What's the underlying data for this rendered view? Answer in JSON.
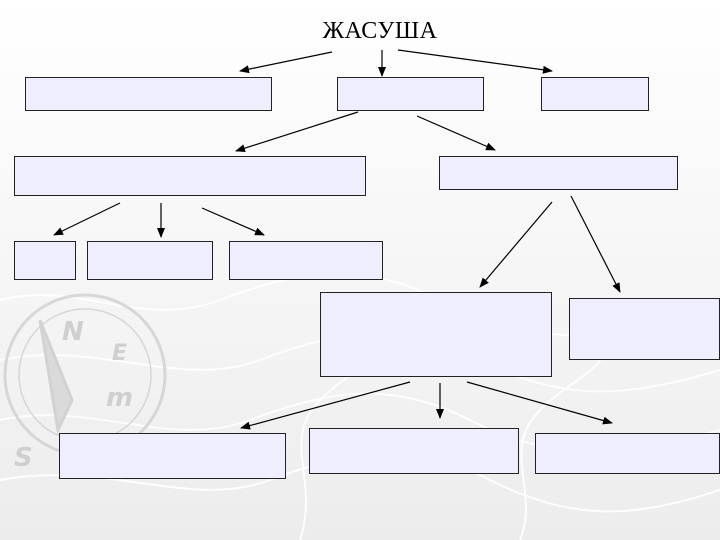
{
  "diagram": {
    "title": "ЖАСУША",
    "box_fill": "#eeeeff",
    "box_border": "#222222",
    "arrow_color": "#000000",
    "boxes": [
      {
        "id": "b1",
        "label": ""
      },
      {
        "id": "b2",
        "label": ""
      },
      {
        "id": "b3",
        "label": ""
      },
      {
        "id": "b4",
        "label": ""
      },
      {
        "id": "b5",
        "label": ""
      },
      {
        "id": "b6",
        "label": ""
      },
      {
        "id": "b7",
        "label": ""
      },
      {
        "id": "b8",
        "label": ""
      },
      {
        "id": "b9",
        "label": ""
      },
      {
        "id": "b10",
        "label": ""
      },
      {
        "id": "b11",
        "label": ""
      },
      {
        "id": "b12",
        "label": ""
      },
      {
        "id": "b13",
        "label": ""
      }
    ]
  },
  "background": {
    "compass_letters": [
      "N",
      "E",
      "m",
      "S"
    ]
  }
}
